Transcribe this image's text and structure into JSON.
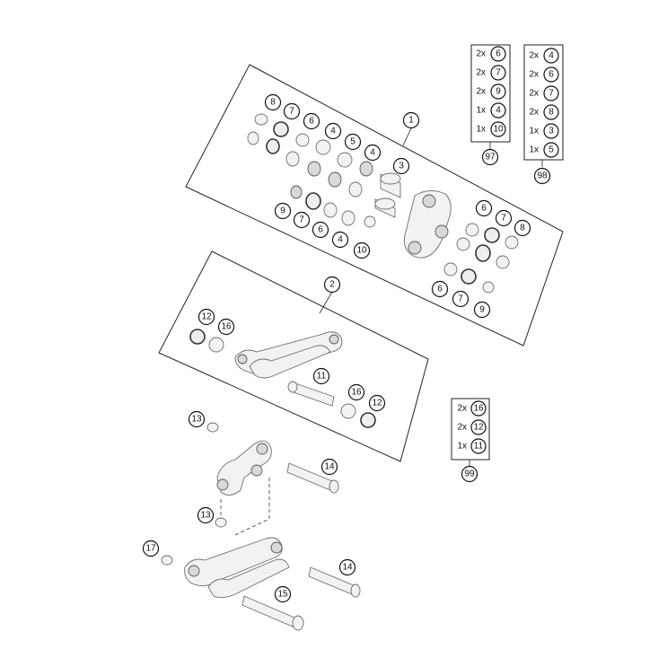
{
  "labels": {
    "c1": "1",
    "c2": "2",
    "c3": "3",
    "c4a": "4",
    "c4b": "4",
    "c4c": "4",
    "c5": "5",
    "c6a": "6",
    "c6b": "6",
    "c6c": "6",
    "c6d": "6",
    "c7a": "7",
    "c7b": "7",
    "c7c": "7",
    "c7d": "7",
    "c8a": "8",
    "c8b": "8",
    "c9a": "9",
    "c9b": "9",
    "c10": "10",
    "c11": "11",
    "c12a": "12",
    "c12b": "12",
    "c13a": "13",
    "c13b": "13",
    "c14a": "14",
    "c14b": "14",
    "c15": "15",
    "c16a": "16",
    "c16b": "16",
    "c17": "17"
  },
  "kits": [
    {
      "id": "97",
      "rows": [
        {
          "qty": "2x",
          "part": "6"
        },
        {
          "qty": "2x",
          "part": "7"
        },
        {
          "qty": "2x",
          "part": "9"
        },
        {
          "qty": "1x",
          "part": "4"
        },
        {
          "qty": "1x",
          "part": "10"
        }
      ]
    },
    {
      "id": "98",
      "rows": [
        {
          "qty": "2x",
          "part": "4"
        },
        {
          "qty": "2x",
          "part": "6"
        },
        {
          "qty": "2x",
          "part": "7"
        },
        {
          "qty": "2x",
          "part": "8"
        },
        {
          "qty": "1x",
          "part": "3"
        },
        {
          "qty": "1x",
          "part": "5"
        }
      ]
    },
    {
      "id": "99",
      "rows": [
        {
          "qty": "2x",
          "part": "16"
        },
        {
          "qty": "2x",
          "part": "12"
        },
        {
          "qty": "1x",
          "part": "11"
        }
      ]
    }
  ],
  "icons": {
    "callout": "numbered-circle-icon",
    "bearing": "bearing-ring-icon",
    "bolt": "bolt-icon",
    "linkage": "linkage-lever-icon"
  }
}
